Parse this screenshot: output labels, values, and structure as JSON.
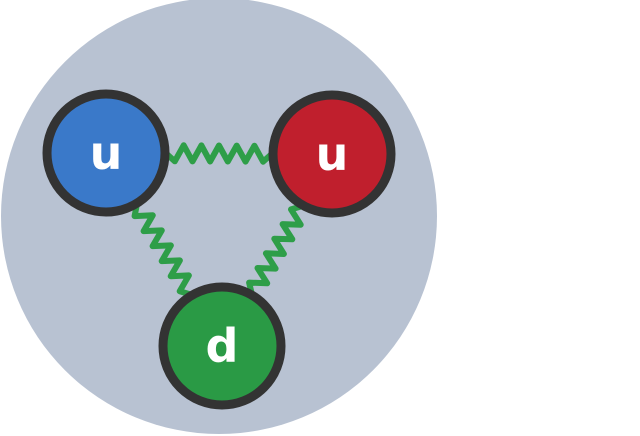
{
  "diagram": {
    "colors": {
      "background": "#ffffff",
      "hadron_fill": "#b8c2d2",
      "gluon": "#2e9e48",
      "quark_outline": "#333333",
      "label": "#ffffff"
    },
    "hadron": {
      "icon": "proton-bag"
    },
    "quarks": [
      {
        "id": "q1",
        "label": "u",
        "color": "#3a79c9",
        "color_charge": "blue"
      },
      {
        "id": "q2",
        "label": "u",
        "color": "#c01f2d",
        "color_charge": "red"
      },
      {
        "id": "q3",
        "label": "d",
        "color": "#2a9a45",
        "color_charge": "green"
      }
    ],
    "gluons": [
      {
        "from": "q1",
        "to": "q2",
        "icon": "gluon-spring"
      },
      {
        "from": "q1",
        "to": "q3",
        "icon": "gluon-spring"
      },
      {
        "from": "q2",
        "to": "q3",
        "icon": "gluon-spring"
      }
    ]
  }
}
